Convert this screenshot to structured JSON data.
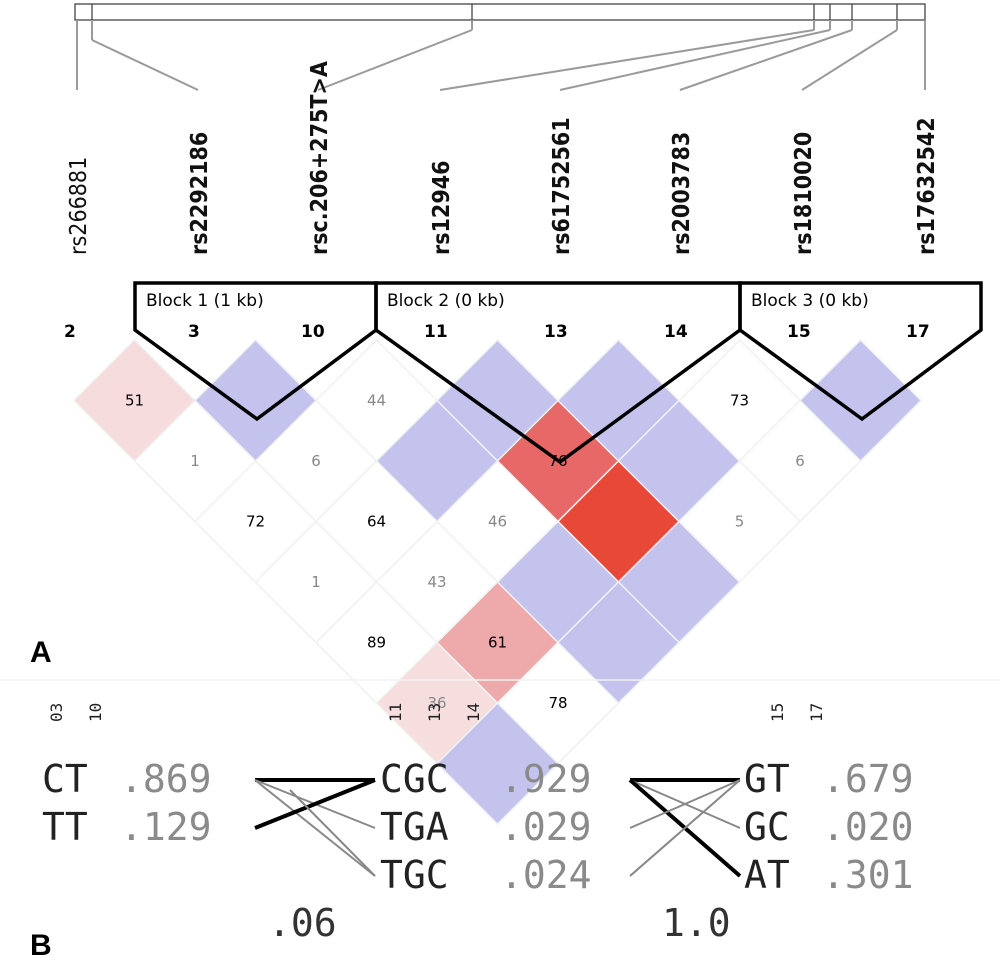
{
  "panel_a": {
    "letter": "A",
    "snps": [
      {
        "label": "rs266881",
        "index": "2",
        "bold": false
      },
      {
        "label": "rs2292186",
        "index": "3",
        "bold": true
      },
      {
        "label": "rsc.206+275T>A",
        "index": "10",
        "bold": true
      },
      {
        "label": "rs12946",
        "index": "11",
        "bold": true
      },
      {
        "label": "rs61752561",
        "index": "13",
        "bold": true
      },
      {
        "label": "rs2003783",
        "index": "14",
        "bold": true
      },
      {
        "label": "rs1810020",
        "index": "15",
        "bold": true
      },
      {
        "label": "rs17632542",
        "index": "17",
        "bold": true
      }
    ],
    "blocks": [
      {
        "title": "Block 1 (1 kb)"
      },
      {
        "title": "Block 2 (0 kb)"
      },
      {
        "title": "Block 3 (0 kb)"
      }
    ],
    "ld_matrix": [
      {
        "i": 0,
        "j": 1,
        "value": "51",
        "color": "#f6dcdc",
        "text_color": "#000000"
      },
      {
        "i": 1,
        "j": 2,
        "value": "",
        "color": "#c3c3ee",
        "text_color": "#000000"
      },
      {
        "i": 2,
        "j": 3,
        "value": "44",
        "color": "#ffffff",
        "text_color": "#888888"
      },
      {
        "i": 3,
        "j": 4,
        "value": "",
        "color": "#c3c3ee",
        "text_color": "#000000"
      },
      {
        "i": 4,
        "j": 5,
        "value": "",
        "color": "#c3c3ee",
        "text_color": "#000000"
      },
      {
        "i": 5,
        "j": 6,
        "value": "73",
        "color": "#ffffff",
        "text_color": "#000000"
      },
      {
        "i": 6,
        "j": 7,
        "value": "",
        "color": "#c3c3ee",
        "text_color": "#000000"
      },
      {
        "i": 0,
        "j": 2,
        "value": "1",
        "color": "#ffffff",
        "text_color": "#888888"
      },
      {
        "i": 1,
        "j": 3,
        "value": "6",
        "color": "#ffffff",
        "text_color": "#888888"
      },
      {
        "i": 2,
        "j": 4,
        "value": "",
        "color": "#c3c3ee",
        "text_color": "#000000"
      },
      {
        "i": 3,
        "j": 5,
        "value": "76",
        "color": "#e86868",
        "text_color": "#000000"
      },
      {
        "i": 4,
        "j": 6,
        "value": "",
        "color": "#c3c3ee",
        "text_color": "#000000"
      },
      {
        "i": 5,
        "j": 7,
        "value": "6",
        "color": "#ffffff",
        "text_color": "#888888"
      },
      {
        "i": 0,
        "j": 3,
        "value": "72",
        "color": "#ffffff",
        "text_color": "#000000"
      },
      {
        "i": 1,
        "j": 4,
        "value": "64",
        "color": "#ffffff",
        "text_color": "#000000"
      },
      {
        "i": 2,
        "j": 5,
        "value": "46",
        "color": "#ffffff",
        "text_color": "#888888"
      },
      {
        "i": 3,
        "j": 6,
        "value": "",
        "color": "#e84838",
        "text_color": "#000000"
      },
      {
        "i": 4,
        "j": 7,
        "value": "5",
        "color": "#ffffff",
        "text_color": "#888888"
      },
      {
        "i": 0,
        "j": 4,
        "value": "1",
        "color": "#ffffff",
        "text_color": "#888888"
      },
      {
        "i": 1,
        "j": 5,
        "value": "43",
        "color": "#ffffff",
        "text_color": "#888888"
      },
      {
        "i": 2,
        "j": 6,
        "value": "",
        "color": "#c3c3ee",
        "text_color": "#000000"
      },
      {
        "i": 3,
        "j": 7,
        "value": "",
        "color": "#c3c3ee",
        "text_color": "#000000"
      },
      {
        "i": 0,
        "j": 5,
        "value": "89",
        "color": "#ffffff",
        "text_color": "#000000"
      },
      {
        "i": 1,
        "j": 6,
        "value": "61",
        "color": "#eeaaaa",
        "text_color": "#000000"
      },
      {
        "i": 2,
        "j": 7,
        "value": "",
        "color": "#c3c3ee",
        "text_color": "#000000"
      },
      {
        "i": 0,
        "j": 6,
        "value": "36",
        "color": "#f7dede",
        "text_color": "#888888"
      },
      {
        "i": 1,
        "j": 7,
        "value": "78",
        "color": "#ffffff",
        "text_color": "#000000"
      },
      {
        "i": 0,
        "j": 7,
        "value": "",
        "color": "#c3c3ee",
        "text_color": "#000000"
      }
    ]
  },
  "panel_b": {
    "letter": "B",
    "blocks": [
      {
        "headers": [
          "03",
          "10"
        ],
        "haplotypes": [
          {
            "allele": "CT",
            "freq": ".869"
          },
          {
            "allele": "TT",
            "freq": ".129"
          }
        ]
      },
      {
        "headers": [
          "11",
          "13",
          "14"
        ],
        "haplotypes": [
          {
            "allele": "CGC",
            "freq": ".929"
          },
          {
            "allele": "TGA",
            "freq": ".029"
          },
          {
            "allele": "TGC",
            "freq": ".024"
          }
        ]
      },
      {
        "headers": [
          "15",
          "17"
        ],
        "haplotypes": [
          {
            "allele": "GT",
            "freq": ".679"
          },
          {
            "allele": "GC",
            "freq": ".020"
          },
          {
            "allele": "AT",
            "freq": ".301"
          }
        ]
      }
    ],
    "multiallelic_d": [
      ".06",
      "1.0"
    ]
  }
}
